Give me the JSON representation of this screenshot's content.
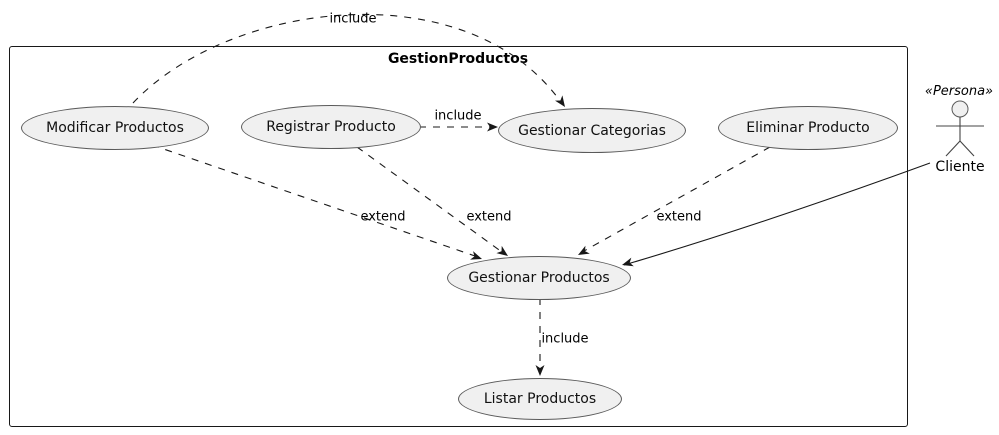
{
  "diagram": {
    "title": "GestionProductos",
    "usecases": [
      {
        "label": "Modificar Productos"
      },
      {
        "label": "Registrar Producto"
      },
      {
        "label": "Gestionar Categorias"
      },
      {
        "label": "Eliminar Producto"
      },
      {
        "label": "Gestionar Productos"
      },
      {
        "label": "Listar Productos"
      }
    ],
    "actor": {
      "stereotype": "«Persona»",
      "name": "Cliente"
    },
    "labels": {
      "include_top": "include",
      "include_mid": "include",
      "extend_left": "extend",
      "extend_center": "extend",
      "extend_right": "extend",
      "include_bottom": "include"
    },
    "colors": {
      "ellipse_fill": "#f0f0f0",
      "ellipse_border": "#5a5a5a",
      "line": "#181818",
      "background": "#ffffff"
    }
  }
}
